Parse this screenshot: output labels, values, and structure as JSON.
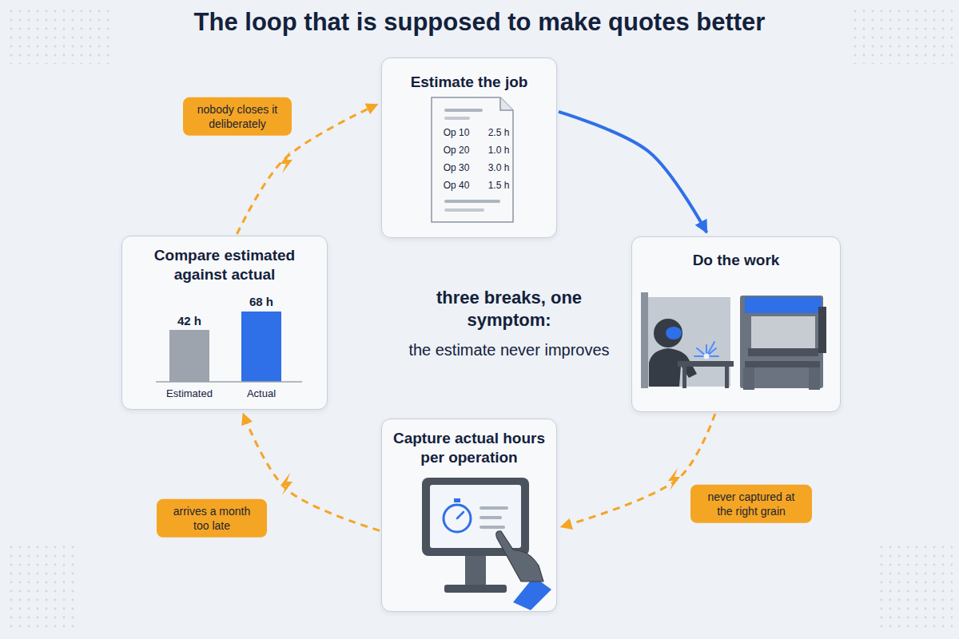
{
  "diagram": {
    "title": "The loop that is supposed to make quotes better",
    "nodes": [
      {
        "text": [
          "Estimate the job"
        ]
      },
      {
        "text": [
          "Do the work"
        ]
      },
      {
        "text": [
          "Capture actual hours per operation"
        ]
      },
      {
        "text": [
          "Compare estimated against actual"
        ]
      }
    ],
    "edges": [
      {
        "from": 0,
        "to": 1,
        "arrow": "to"
      },
      {
        "from": 1,
        "to": 2,
        "arrow": "to",
        "label": "never captured at the right grain"
      },
      {
        "from": 2,
        "to": 3,
        "arrow": "to",
        "label": "arrives a month too late"
      },
      {
        "from": 3,
        "to": 0,
        "arrow": "to",
        "label": "nobody closes it deliberately"
      }
    ],
    "labels": [
      "Op 10",
      "2.5 h",
      "Op 20",
      "1.0 h",
      "Op 30",
      "3.0 h",
      "Op 40",
      "1.5 h",
      "42 h",
      "68 h",
      "Estimated",
      "Actual",
      "three breaks, one symptom:",
      "the estimate never improves"
    ]
  }
}
